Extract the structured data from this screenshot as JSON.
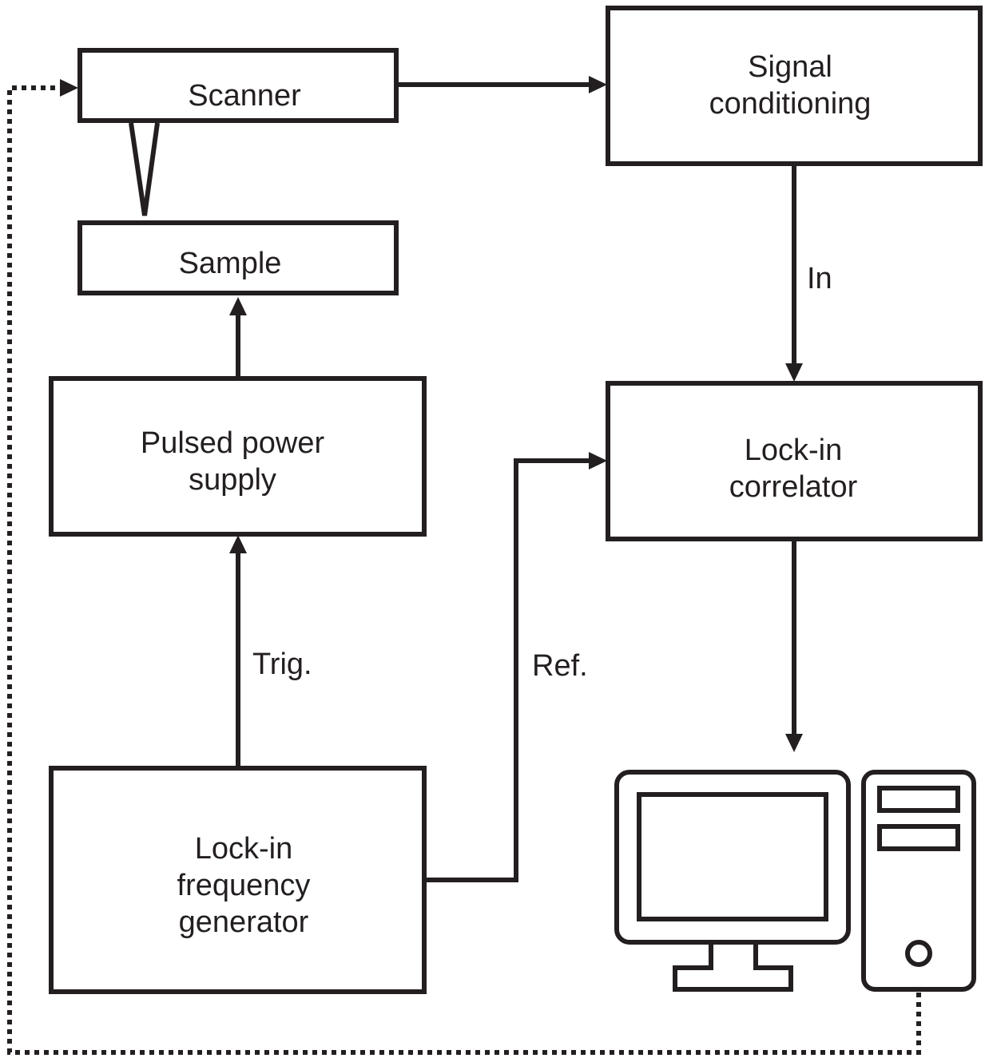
{
  "nodes": {
    "scanner": "Scanner",
    "sample": "Sample",
    "signal_conditioning": [
      "Signal",
      "conditioning"
    ],
    "pulsed_power_supply": [
      "Pulsed power",
      "supply"
    ],
    "lock_in_correlator": [
      "Lock-in",
      "correlator"
    ],
    "lock_in_frequency_generator": [
      "Lock-in",
      "frequency",
      "generator"
    ]
  },
  "edges": {
    "in": "In",
    "trig": "Trig.",
    "ref": "Ref."
  },
  "icons": {
    "computer": "computer-icon",
    "probe_tip": "probe-tip-icon"
  },
  "colors": {
    "ink": "#231f20",
    "background": "#ffffff"
  }
}
